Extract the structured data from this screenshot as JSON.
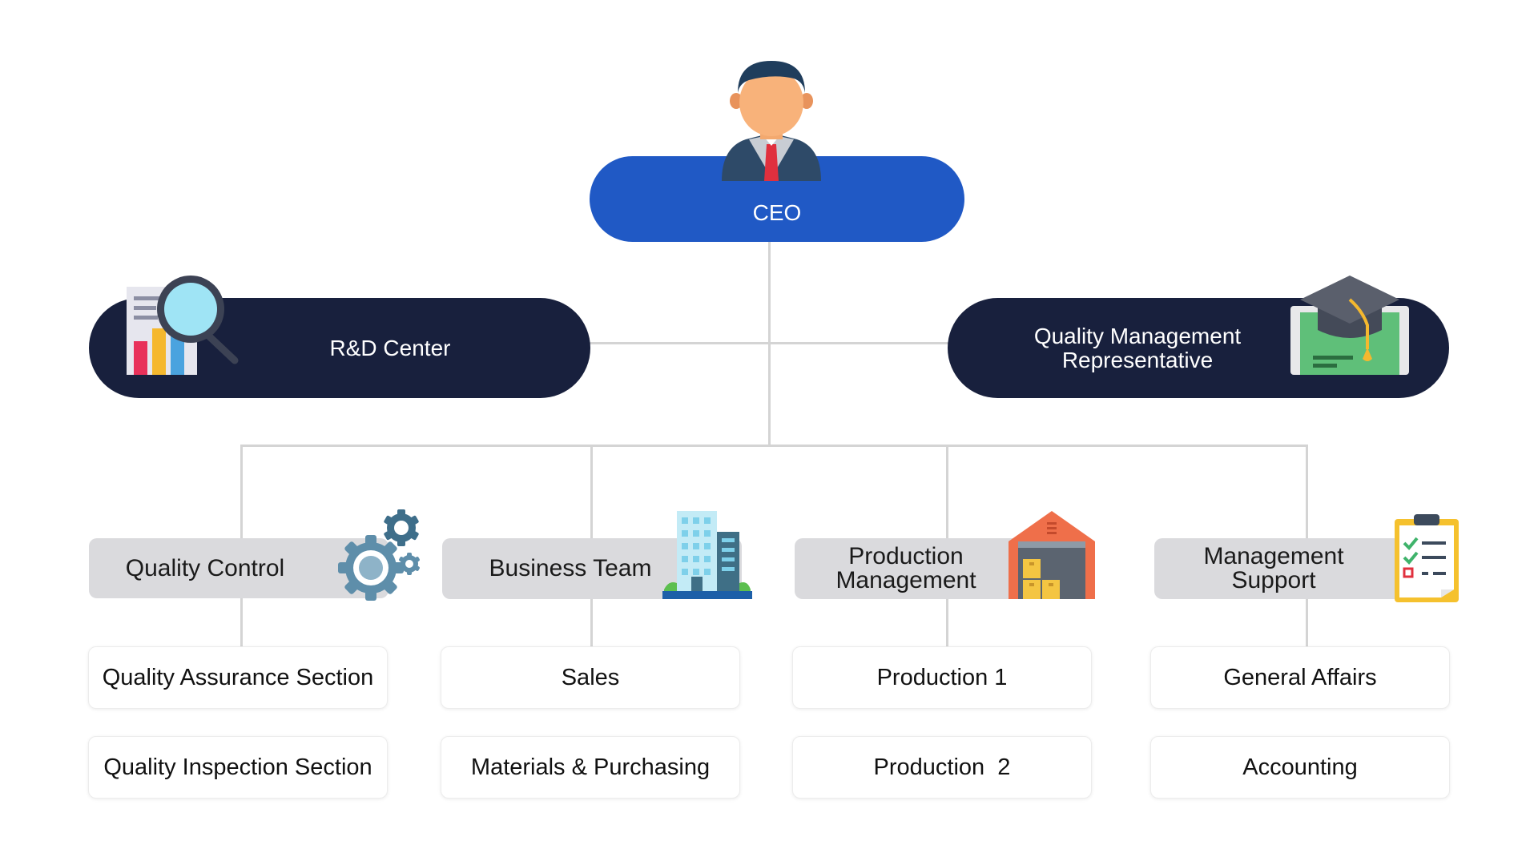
{
  "ceo": {
    "label": "CEO"
  },
  "advisors": {
    "rd": {
      "label": "R&D Center",
      "icon": "magnifier-chart-icon"
    },
    "qmr": {
      "label": "Quality Management\nRepresentative",
      "icon": "graduation-cap-icon"
    }
  },
  "departments": [
    {
      "label": "Quality Control",
      "icon": "gears-icon",
      "subs": [
        "Quality Assurance Section",
        "Quality Inspection Section"
      ]
    },
    {
      "label": "Business Team",
      "icon": "building-icon",
      "subs": [
        "Sales",
        "Materials & Purchasing"
      ]
    },
    {
      "label": "Production\nManagement",
      "icon": "warehouse-icon",
      "subs": [
        "Production 1",
        "Production  2"
      ]
    },
    {
      "label": "Management\nSupport",
      "icon": "clipboard-checklist-icon",
      "subs": [
        "General Affairs",
        "Accounting"
      ]
    }
  ],
  "colors": {
    "ceo_pill": "#2059c5",
    "advisor_pill": "#18203d",
    "department_pill": "#dadadd",
    "connector": "#d4d4d4"
  }
}
